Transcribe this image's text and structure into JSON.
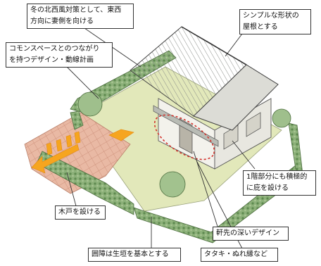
{
  "callouts": {
    "north_west_wind": {
      "line1": "冬の北西風対策として、東西",
      "line2": "方向に妻側を向ける"
    },
    "simple_roof": {
      "line1": "シンプルな形状の",
      "line2": "屋根とする"
    },
    "commons_space": {
      "line1": "コモンスペースとのつながり",
      "line2": "を持つデザイン・動線計画"
    },
    "ground_floor_eaves": {
      "line1": "1階部分にも積極的",
      "line2": "に庇を設ける"
    },
    "wooden_gate": {
      "line1": "木戸を設ける"
    },
    "deep_eaves": {
      "line1": "軒先の深いデザイン"
    },
    "hedge_fence": {
      "line1": "囲障は生垣を基本とする"
    },
    "tataki": {
      "line1": "タタキ・ぬれ縁など"
    }
  },
  "colors": {
    "arrow_orange": "#f6a51f",
    "hedge_green": "#7fa36b",
    "lawn_green": "#dfe6b3",
    "roof_gray": "#cfd2cc",
    "wall_white": "#f2f1ec",
    "dashed_red": "#d2302a"
  }
}
